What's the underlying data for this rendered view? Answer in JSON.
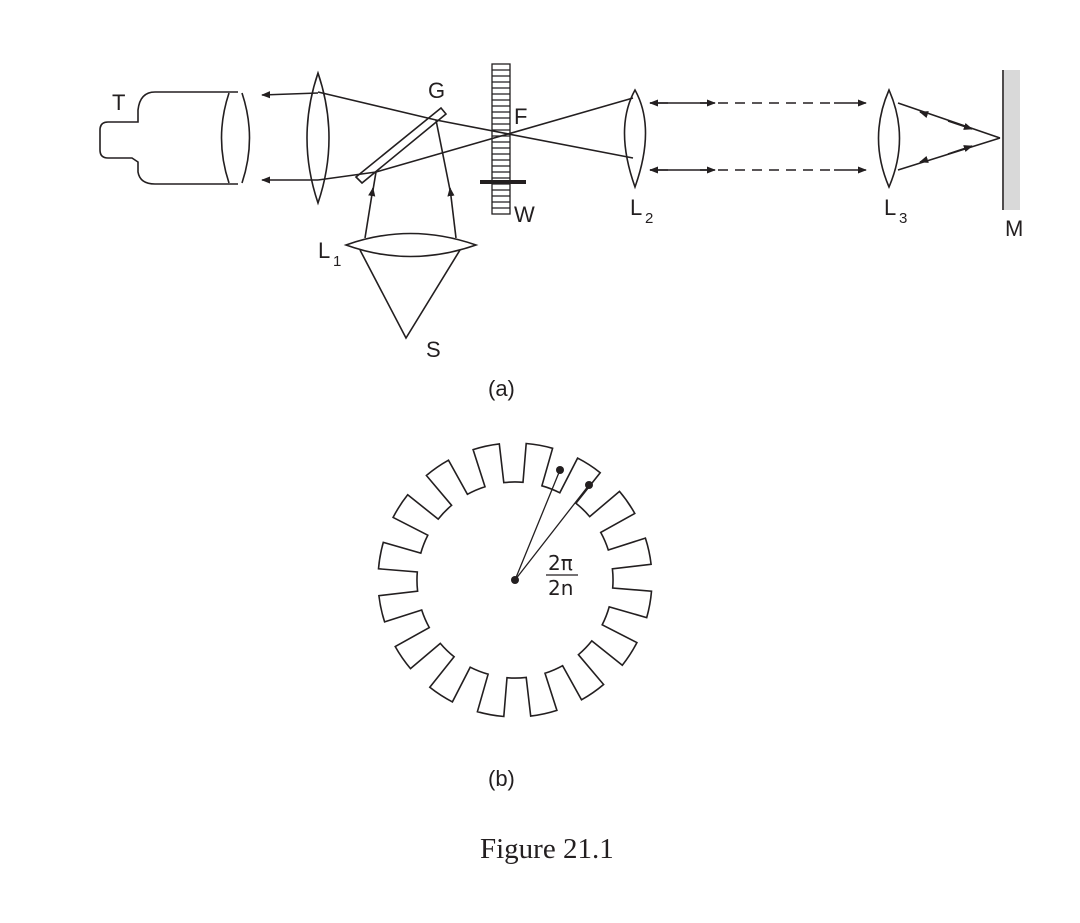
{
  "labels": {
    "telescope": "T",
    "glass_plate": "G",
    "focus": "F",
    "wheel": "W",
    "lens1": "L",
    "lens1_sub": "1",
    "lens2": "L",
    "lens2_sub": "2",
    "lens3": "L",
    "lens3_sub": "3",
    "mirror": "M",
    "source": "S",
    "part_a": "(a)",
    "part_b": "(b)",
    "angle_num": "2π",
    "angle_den": "2n"
  },
  "caption": "Figure 21.1",
  "colors": {
    "ink": "#231f20",
    "mirror_fill": "#d9d9d9"
  }
}
